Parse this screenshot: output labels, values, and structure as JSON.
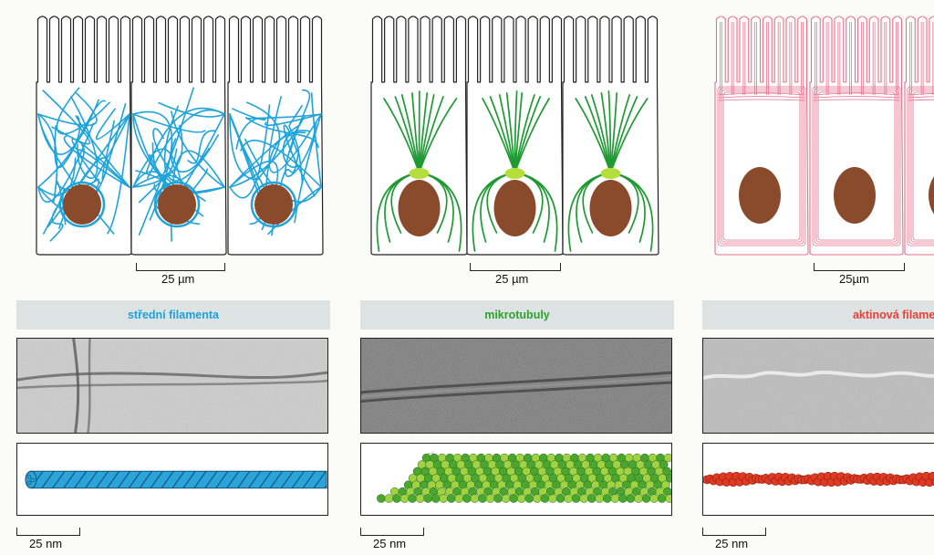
{
  "panels": [
    {
      "id": "intermediate",
      "title": "střední filamenta",
      "title_color": "#1fa0d8",
      "color": "#1ea3da",
      "cell_scale_label": "25 µm",
      "em_scale_label": "25 nm"
    },
    {
      "id": "microtubules",
      "title": "mikrotubuly",
      "title_color": "#2fa12f",
      "color": "#1f9a33",
      "cell_scale_label": "25 µm",
      "em_scale_label": "25 nm"
    },
    {
      "id": "actin",
      "title": "aktinová filamenta",
      "title_color": "#e8413a",
      "color": "#e6708d",
      "cell_scale_label": "25µm",
      "em_scale_label": "25 nm"
    }
  ],
  "colors": {
    "nucleus": "#8a4a2c",
    "centrosome": "#b4de3a",
    "tubulin_dark": "#48a72d",
    "tubulin_light": "#9fd33f",
    "actin_monomer": "#e03a22"
  }
}
